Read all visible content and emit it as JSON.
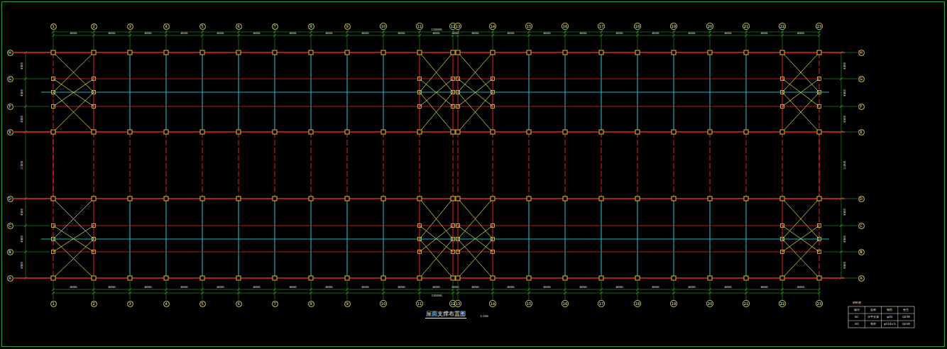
{
  "diagram": {
    "title": "屋面支撑布置图",
    "nodes": [
      {
        "text": [
          "1"
        ]
      },
      {
        "text": [
          "2"
        ]
      },
      {
        "text": [
          "3"
        ]
      },
      {
        "text": [
          "4"
        ]
      },
      {
        "text": [
          "5"
        ]
      },
      {
        "text": [
          "6"
        ]
      },
      {
        "text": [
          "7"
        ]
      },
      {
        "text": [
          "8"
        ]
      },
      {
        "text": [
          "9"
        ]
      },
      {
        "text": [
          "10"
        ]
      },
      {
        "text": [
          "11"
        ]
      },
      {
        "text": [
          "12"
        ]
      },
      {
        "text": [
          "13"
        ]
      },
      {
        "text": [
          "14"
        ]
      },
      {
        "text": [
          "15"
        ]
      },
      {
        "text": [
          "16"
        ]
      },
      {
        "text": [
          "17"
        ]
      },
      {
        "text": [
          "18"
        ]
      },
      {
        "text": [
          "19"
        ]
      },
      {
        "text": [
          "20"
        ]
      },
      {
        "text": [
          "21"
        ]
      },
      {
        "text": [
          "22"
        ]
      },
      {
        "text": [
          "23"
        ]
      },
      {
        "text": [
          "1"
        ]
      },
      {
        "text": [
          "2"
        ]
      },
      {
        "text": [
          "3"
        ]
      },
      {
        "text": [
          "4"
        ]
      },
      {
        "text": [
          "5"
        ]
      },
      {
        "text": [
          "6"
        ]
      },
      {
        "text": [
          "7"
        ]
      },
      {
        "text": [
          "8"
        ]
      },
      {
        "text": [
          "9"
        ]
      },
      {
        "text": [
          "10"
        ]
      },
      {
        "text": [
          "11"
        ]
      },
      {
        "text": [
          "12"
        ]
      },
      {
        "text": [
          "13"
        ]
      },
      {
        "text": [
          "14"
        ]
      },
      {
        "text": [
          "15"
        ]
      },
      {
        "text": [
          "16"
        ]
      },
      {
        "text": [
          "17"
        ]
      },
      {
        "text": [
          "18"
        ]
      },
      {
        "text": [
          "19"
        ]
      },
      {
        "text": [
          "20"
        ]
      },
      {
        "text": [
          "21"
        ]
      },
      {
        "text": [
          "22"
        ]
      },
      {
        "text": [
          "23"
        ]
      },
      {
        "text": [
          "H"
        ]
      },
      {
        "text": [
          "G"
        ]
      },
      {
        "text": [
          "F"
        ]
      },
      {
        "text": [
          "E"
        ]
      },
      {
        "text": [
          "D"
        ]
      },
      {
        "text": [
          "C"
        ]
      },
      {
        "text": [
          "B"
        ]
      },
      {
        "text": [
          "A"
        ]
      },
      {
        "text": [
          "H"
        ]
      },
      {
        "text": [
          "G"
        ]
      },
      {
        "text": [
          "F"
        ]
      },
      {
        "text": [
          "E"
        ]
      },
      {
        "text": [
          "D"
        ]
      },
      {
        "text": [
          "C"
        ]
      },
      {
        "text": [
          "B"
        ]
      },
      {
        "text": [
          "A"
        ]
      }
    ],
    "labels": [
      "132000",
      "6000",
      "6000",
      "6000",
      "6000",
      "6000",
      "6000",
      "6000",
      "6000",
      "6000",
      "6000",
      "6000",
      "6000",
      "6000",
      "6000",
      "6000",
      "6000",
      "6000",
      "6000",
      "6000",
      "6000",
      "6000",
      "6000",
      "132000",
      "6000",
      "6000",
      "6000",
      "6000",
      "6000",
      "6000",
      "6000",
      "6000",
      "6000",
      "6000",
      "6000",
      "6000",
      "6000",
      "6000",
      "6000",
      "6000",
      "6000",
      "6000",
      "6000",
      "6000",
      "6000",
      "6000",
      "4500",
      "4500",
      "4500",
      "11000",
      "4500",
      "4500",
      "4500",
      "4500",
      "4500",
      "4500",
      "11000",
      "4500",
      "4500",
      "4500",
      "1:100",
      "材料表",
      "编号",
      "名称",
      "规格",
      "备注",
      "SC",
      "水平支撑",
      "φ20",
      "Q235",
      "XG",
      "系杆",
      "φ114×3",
      "Q235"
    ]
  }
}
